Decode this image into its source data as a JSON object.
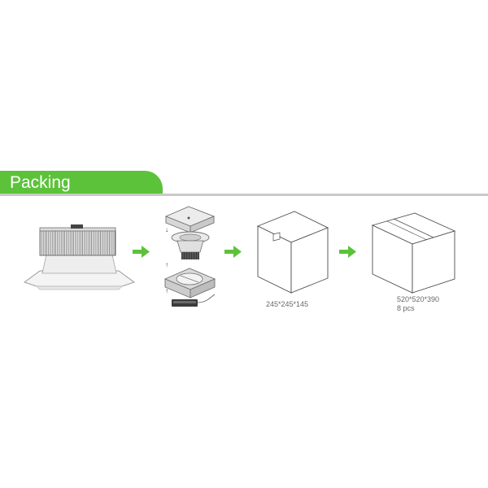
{
  "header": {
    "title": "Packing",
    "accent_color": "#5cc23a"
  },
  "steps": [
    {
      "name": "downlight"
    },
    {
      "name": "exploded-packaging"
    },
    {
      "name": "inner-box",
      "dimensions": "245*245*145"
    },
    {
      "name": "carton",
      "dimensions": "520*520*390",
      "quantity": "8 pcs"
    }
  ],
  "arrow_color": "#5cc23a"
}
